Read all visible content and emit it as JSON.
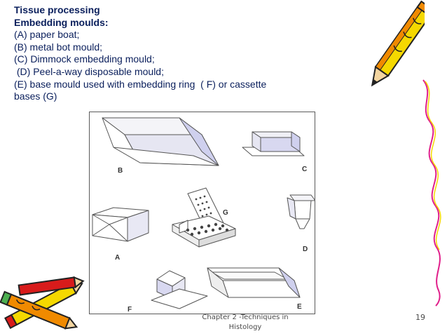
{
  "slide": {
    "title_lines": [
      "Tissue processing",
      "Embedding moulds:"
    ],
    "items": [
      "(A) paper boat;",
      "(B) metal bot mould;",
      "(C) Dimmock embedding mould;",
      " (D) Peel-a-way disposable mould;",
      "(E) base mould used with embedding ring  ( F) or cassette",
      "bases (G)"
    ]
  },
  "figure": {
    "labels": {
      "a": "A",
      "b": "B",
      "c": "C",
      "d": "D",
      "e": "E",
      "f": "F",
      "g": "G"
    }
  },
  "footer": {
    "chapter_line1": "Chapter 2 -Techniques in",
    "chapter_line2": "Histology",
    "slide_number": "19"
  },
  "colors": {
    "text": "#0a1f5c",
    "mould_fill": "#d6d6f0",
    "pencil_yellow": "#f5d800",
    "pencil_orange": "#f08a00",
    "pencil_red": "#d81b1b"
  },
  "icons": [
    "pencil-icon",
    "pencil-icon",
    "pencil-icon"
  ]
}
